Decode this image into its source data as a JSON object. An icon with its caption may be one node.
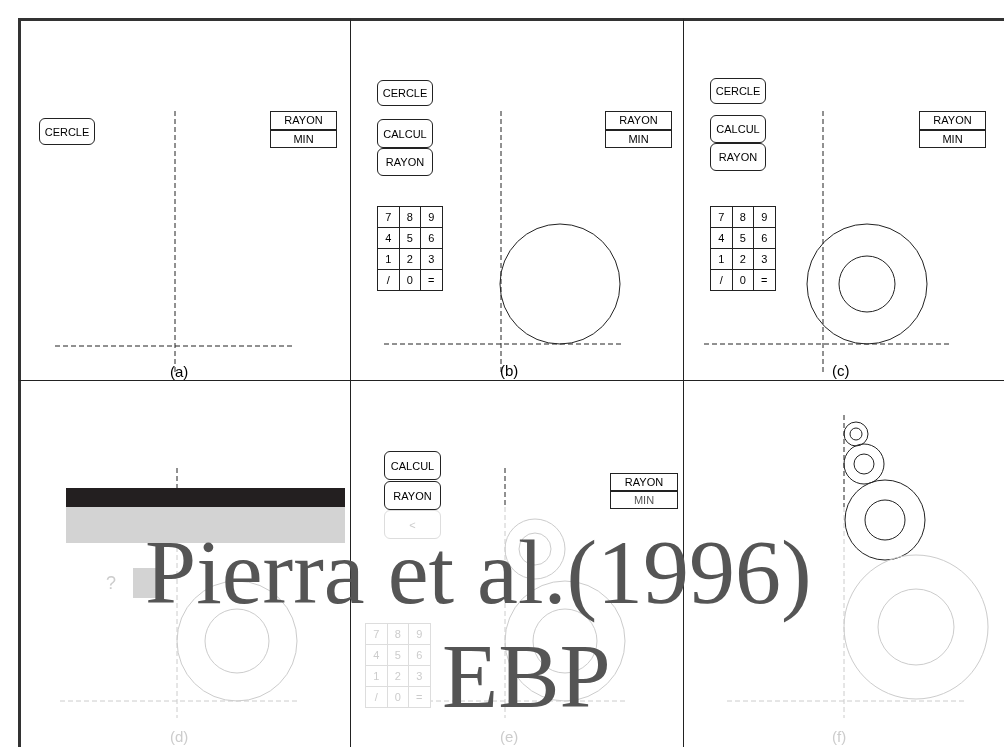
{
  "diagram": {
    "nodes": [
      {
        "text": [
          "(a)"
        ]
      },
      {
        "text": [
          "CERCLE"
        ],
        "in": 0
      },
      {
        "text": [
          "RAYON",
          "MIN"
        ],
        "in": 0
      },
      {
        "text": [
          "(b)"
        ]
      },
      {
        "text": [
          "CERCLE"
        ],
        "in": 3
      },
      {
        "text": [
          "CALCUL"
        ],
        "in": 3
      },
      {
        "text": [
          "RAYON"
        ],
        "in": 3
      },
      {
        "text": [
          "RAYON",
          "MIN"
        ],
        "in": 3
      },
      {
        "text": [
          "(c)"
        ]
      },
      {
        "text": [
          "CERCLE"
        ],
        "in": 8
      },
      {
        "text": [
          "CALCUL"
        ],
        "in": 8
      },
      {
        "text": [
          "RAYON"
        ],
        "in": 8
      },
      {
        "text": [
          "RAYON",
          "MIN"
        ],
        "in": 8
      },
      {
        "text": [
          "(d)"
        ]
      },
      {
        "text": [
          "(e)"
        ]
      },
      {
        "text": [
          "CALCUL"
        ],
        "in": 14
      },
      {
        "text": [
          "RAYON"
        ],
        "in": 14
      },
      {
        "text": [
          "<"
        ],
        "in": 14
      },
      {
        "text": [
          "RAYON",
          "MIN"
        ],
        "in": 14
      },
      {
        "text": [
          "(f)"
        ]
      }
    ],
    "labels": [
      "7",
      "8",
      "9",
      "4",
      "5",
      "6",
      "1",
      "2",
      "3",
      "/",
      "0",
      "=",
      "7",
      "8",
      "9",
      "4",
      "5",
      "6",
      "1",
      "2",
      "3",
      "/",
      "0",
      "=",
      "?",
      "7",
      "8",
      "9",
      "4",
      "5",
      "6",
      "1",
      "2",
      "3",
      "/",
      "0",
      "=",
      "Pierra et al.(1996)",
      "EBP"
    ]
  }
}
